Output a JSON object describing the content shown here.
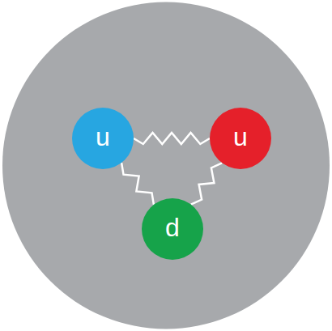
{
  "diagram": {
    "nodes": [
      {
        "text": [
          "u"
        ]
      },
      {
        "text": [
          "u"
        ]
      },
      {
        "text": [
          "d"
        ]
      }
    ],
    "edges": [
      {
        "from": 0,
        "to": 1,
        "arrow": "none"
      },
      {
        "from": 0,
        "to": 2,
        "arrow": "none"
      },
      {
        "from": 1,
        "to": 2,
        "arrow": "none"
      }
    ]
  }
}
